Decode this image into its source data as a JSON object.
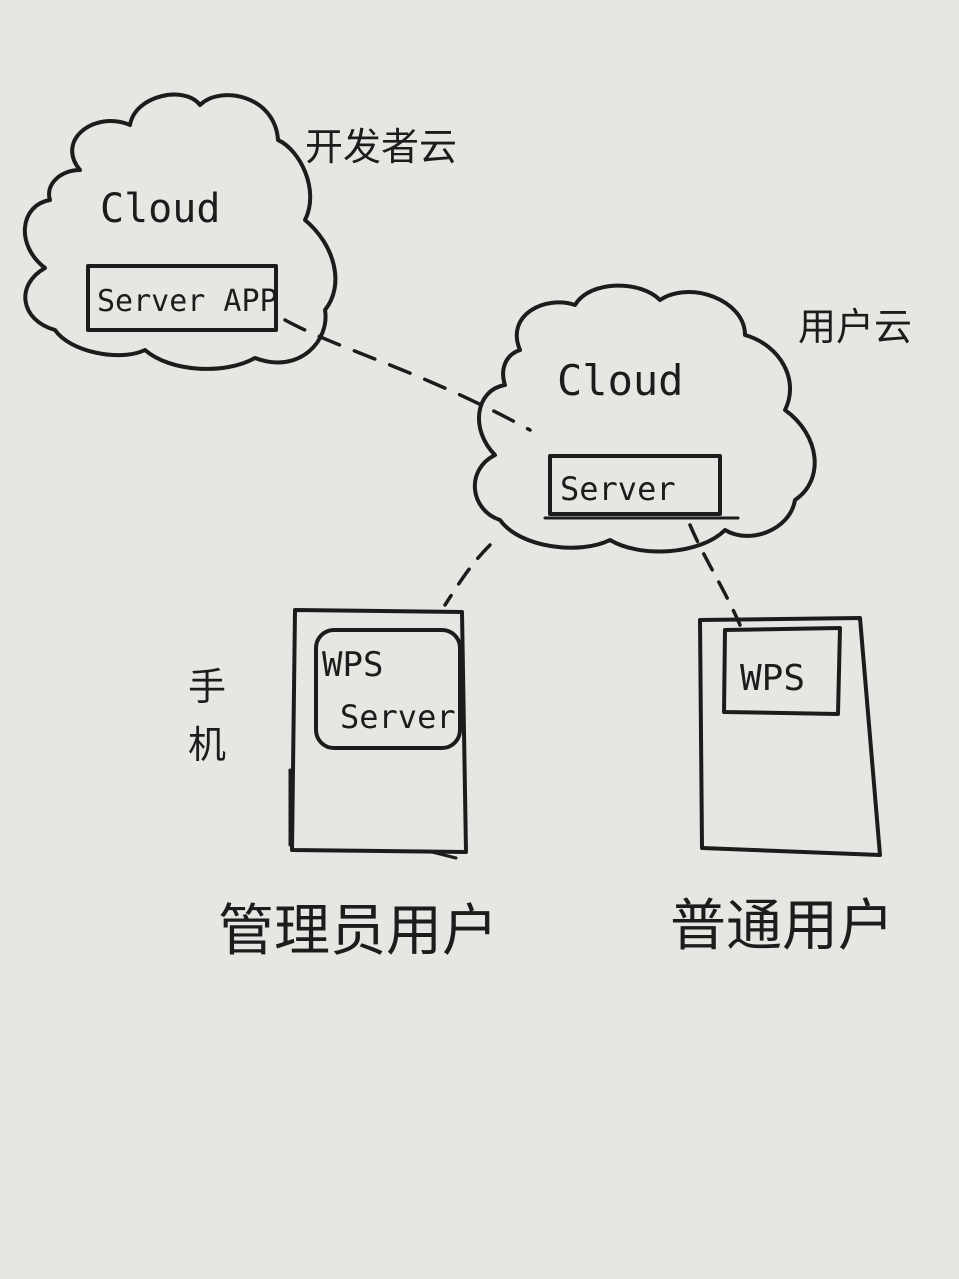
{
  "developer_cloud": {
    "caption": "开发者云",
    "title": "Cloud",
    "server_app": "Server APP"
  },
  "user_cloud": {
    "caption": "用户云",
    "title": "Cloud",
    "server": "Server"
  },
  "admin_phone": {
    "caption": "手机",
    "app_line1": "WPS",
    "app_line2": "Server",
    "label": "管理员用户"
  },
  "normal_phone": {
    "app": "WPS",
    "label": "普通用户"
  },
  "colors": {
    "paper": "#e6e6e2",
    "ink": "#1c1c1c"
  }
}
